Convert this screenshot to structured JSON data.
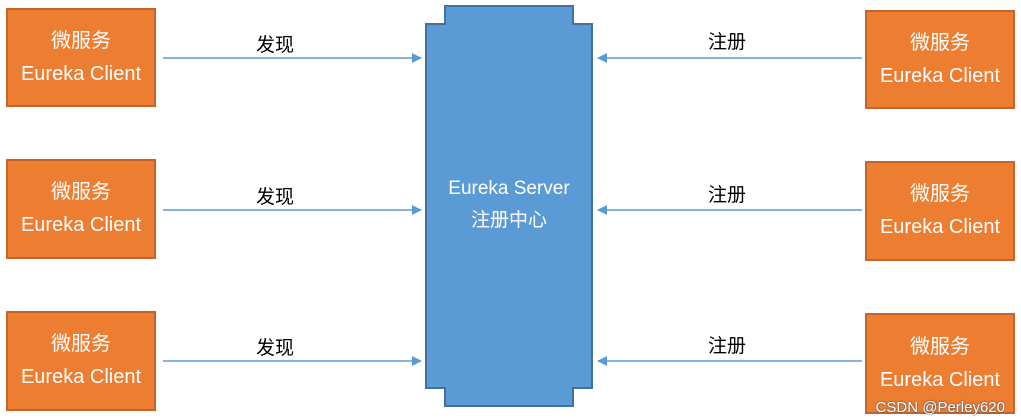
{
  "colors": {
    "client_fill": "#ed7d31",
    "client_border": "#c5642a",
    "server_fill": "#5b9bd5",
    "server_border": "#41719c",
    "arrow": "#5b9bd5"
  },
  "server": {
    "line1": "Eureka Server",
    "line2": "注册中心"
  },
  "left_clients": [
    {
      "line1": "微服务",
      "line2": "Eureka Client",
      "edge_label": "发现"
    },
    {
      "line1": "微服务",
      "line2": "Eureka Client",
      "edge_label": "发现"
    },
    {
      "line1": "微服务",
      "line2": "Eureka Client",
      "edge_label": "发现"
    }
  ],
  "right_clients": [
    {
      "line1": "微服务",
      "line2": "Eureka Client",
      "edge_label": "注册"
    },
    {
      "line1": "微服务",
      "line2": "Eureka Client",
      "edge_label": "注册"
    },
    {
      "line1": "微服务",
      "line2": "Eureka Client",
      "edge_label": "注册"
    }
  ],
  "watermark": "CSDN @Perley620"
}
